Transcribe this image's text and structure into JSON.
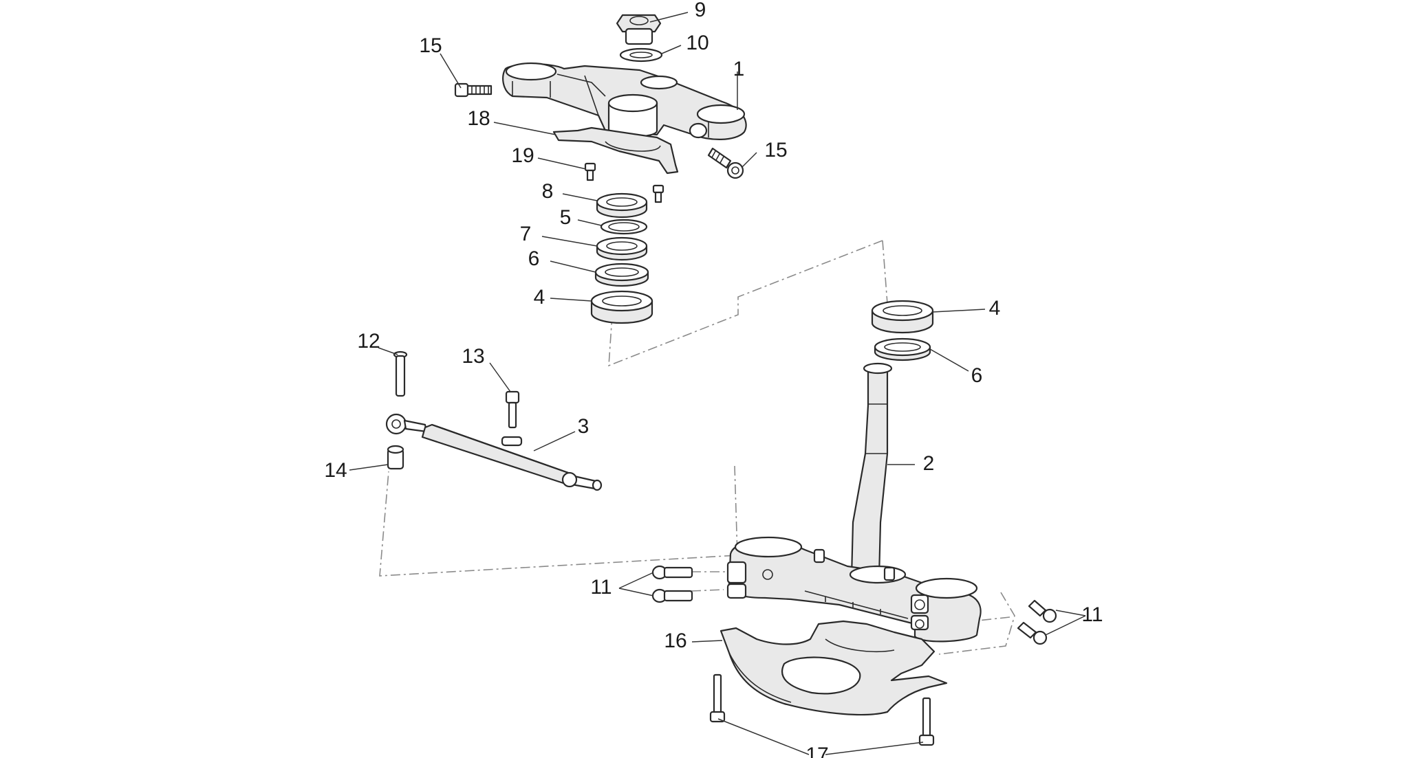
{
  "labels": {
    "p9": "9",
    "p10": "10",
    "p1": "1",
    "p15a": "15",
    "p15b": "15",
    "p18": "18",
    "p19": "19",
    "p8": "8",
    "p5": "5",
    "p7": "7",
    "p6a": "6",
    "p4a": "4",
    "p4b": "4",
    "p6b": "6",
    "p12": "12",
    "p13": "13",
    "p3": "3",
    "p14": "14",
    "p2": "2",
    "p11a": "11",
    "p11b": "11",
    "p16": "16",
    "p17": "17"
  },
  "colors": {
    "line": "#2a2a2a",
    "shade": "#e9e9e9",
    "dash": "#8a8a8a"
  }
}
